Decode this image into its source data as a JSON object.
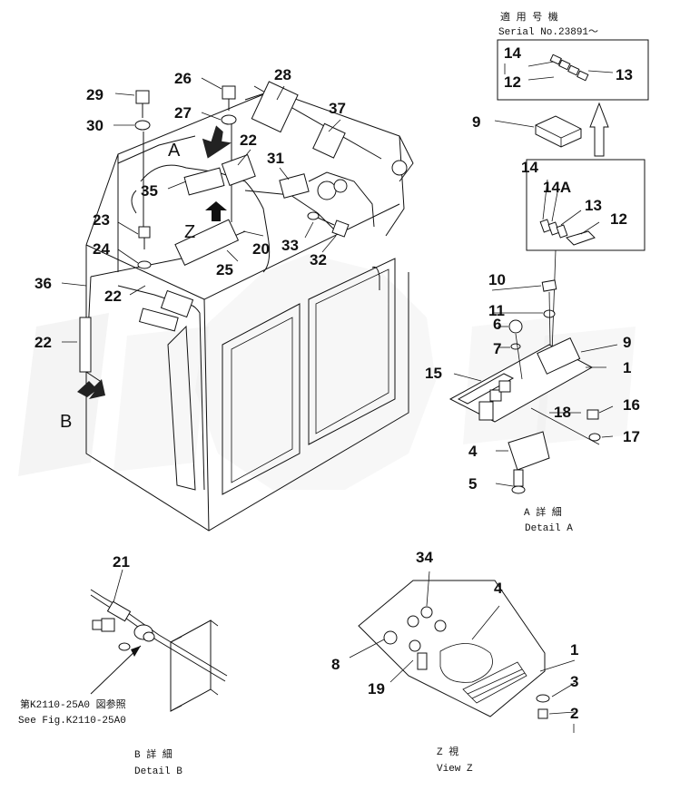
{
  "view_labels": {
    "a": "A",
    "b": "B",
    "z": "Z"
  },
  "serial_block": {
    "japanese": "適 用 号 機",
    "serial": "Serial No.23891～"
  },
  "detail_a": {
    "japanese": "A 詳 細",
    "english": "Detail A"
  },
  "detail_b": {
    "japanese": "B 詳 細",
    "english": "Detail B"
  },
  "view_z": {
    "japanese": "Z 視",
    "english": "View Z"
  },
  "reference": {
    "japanese": "第K2110-25A0 図参照",
    "english": "See Fig.K2110-25A0"
  },
  "callouts": {
    "c29": "29",
    "c30": "30",
    "c26": "26",
    "c27": "27",
    "c28": "28",
    "c37": "37",
    "c22a": "22",
    "c31": "31",
    "c35": "35",
    "c23": "23",
    "c24": "24",
    "c36": "36",
    "c22b": "22",
    "c22c": "22",
    "c20": "20",
    "c25": "25",
    "c33": "33",
    "c32": "32",
    "c14a": "14",
    "c13a": "13",
    "c12a": "12",
    "c9a": "9",
    "c14b": "14",
    "c14A": "14A",
    "c13b": "13",
    "c12b": "12",
    "c10": "10",
    "c11": "11",
    "c6": "6",
    "c7": "7",
    "c9b": "9",
    "c1a": "1",
    "c15": "15",
    "c16": "16",
    "c18": "18",
    "c17": "17",
    "c4a": "4",
    "c5": "5",
    "c21": "21",
    "c34": "34",
    "c4b": "4",
    "c1b": "1",
    "c8": "8",
    "c3": "3",
    "c19": "19",
    "c2": "2"
  },
  "icons": [
    "arrow-down-icon",
    "arrow-up-icon",
    "arrow-outline-up-icon",
    "arrow-diag-icon"
  ]
}
